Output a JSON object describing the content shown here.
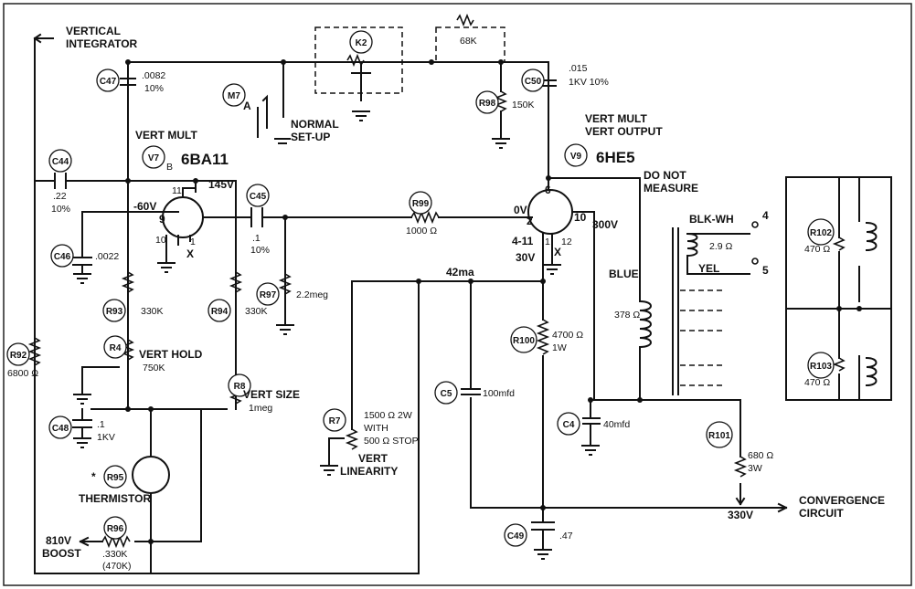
{
  "labels": {
    "vert_integrator_1": "VERTICAL",
    "vert_integrator_2": "INTEGRATOR",
    "c47_ref": "C47",
    "c47_val1": ".0082",
    "c47_val2": "10%",
    "k2_ref": "K2",
    "r68k_val": "68K",
    "c50_ref": "C50",
    "c50_val1": ".015",
    "c50_val2": "1KV 10%",
    "m7_ref": "M7",
    "m7_pos": "A",
    "normal_1": "NORMAL",
    "normal_2": "SET-UP",
    "r98_ref": "R98",
    "r98_val": "150K",
    "vert_mult": "VERT MULT",
    "v7_ref": "V7",
    "v7_sub": "B",
    "v7_tube": "6BA11",
    "vert_mult_2": "VERT MULT",
    "vert_output": "VERT OUTPUT",
    "v9_ref": "V9",
    "v9_tube": "6HE5",
    "do_not_1": "DO NOT",
    "do_not_2": "MEASURE",
    "c44_ref": "C44",
    "c44_val1": ".22",
    "c44_val2": "10%",
    "v145": "145V",
    "pin11": "11",
    "pin9": "9",
    "pin10": "10",
    "pin1": "1",
    "x1": "X",
    "m60v": "-60V",
    "c45_ref": "C45",
    "c45_val1": ".1",
    "c45_val2": "10%",
    "r99_ref": "R99",
    "r99_val": "1000 Ω",
    "ov": "0V",
    "pin6": "6",
    "pin2": "2",
    "pin10b": "10",
    "v300": "300V",
    "pin4_11": "4-11",
    "v30": "30V",
    "pin1b": "1",
    "pin12": "12",
    "x2": "X",
    "blk_wh": "BLK-WH",
    "ohm29": "2.9 Ω",
    "yel": "YEL",
    "t4": "4",
    "t5": "5",
    "r102_ref": "R102",
    "r102_val": "470 Ω",
    "r103_ref": "R103",
    "r103_val": "470 Ω",
    "c46_ref": "C46",
    "c46_val": ".0022",
    "r97_ref": "R97",
    "r97_val": "2.2meg",
    "ma42": "42ma",
    "blue": "BLUE",
    "ohm378": "378 Ω",
    "r93_ref": "R93",
    "r93_val": "330K",
    "r94_ref": "R94",
    "r94_val": "330K",
    "r92_ref": "R92",
    "r92_val": "6800 Ω",
    "r4_ref": "R4",
    "r4_name": "VERT HOLD",
    "r4_val": "750K",
    "r100_ref": "R100",
    "r100_val1": "4700 Ω",
    "r100_val2": "1W",
    "r8_ref": "R8",
    "r8_name": "VERT SIZE",
    "r8_val": "1meg",
    "c5_ref": "C5",
    "c5_val": "100mfd",
    "r7_ref": "R7",
    "r7_val1": "1500 Ω 2W",
    "r7_val2": "WITH",
    "r7_val3": "500 Ω STOP",
    "vert_lin_1": "VERT",
    "vert_lin_2": "LINEARITY",
    "c48_ref": "C48",
    "c48_val1": ".1",
    "c48_val2": "1KV",
    "c4_ref": "C4",
    "c4_val": "40mfd",
    "r101_ref": "R101",
    "r101_val1": "680 Ω",
    "r101_val2": "3W",
    "r95_ref": "R95",
    "r95_star": "*",
    "thermistor": "THERMISTOR",
    "v330": "330V",
    "convergence_1": "CONVERGENCE",
    "convergence_2": "CIRCUIT",
    "r96_ref": "R96",
    "boost_1": "810V",
    "boost_2": "BOOST",
    "r96_val1": ".330K",
    "r96_val2": "(470K)",
    "c49_ref": "C49",
    "c49_val": ".47"
  }
}
